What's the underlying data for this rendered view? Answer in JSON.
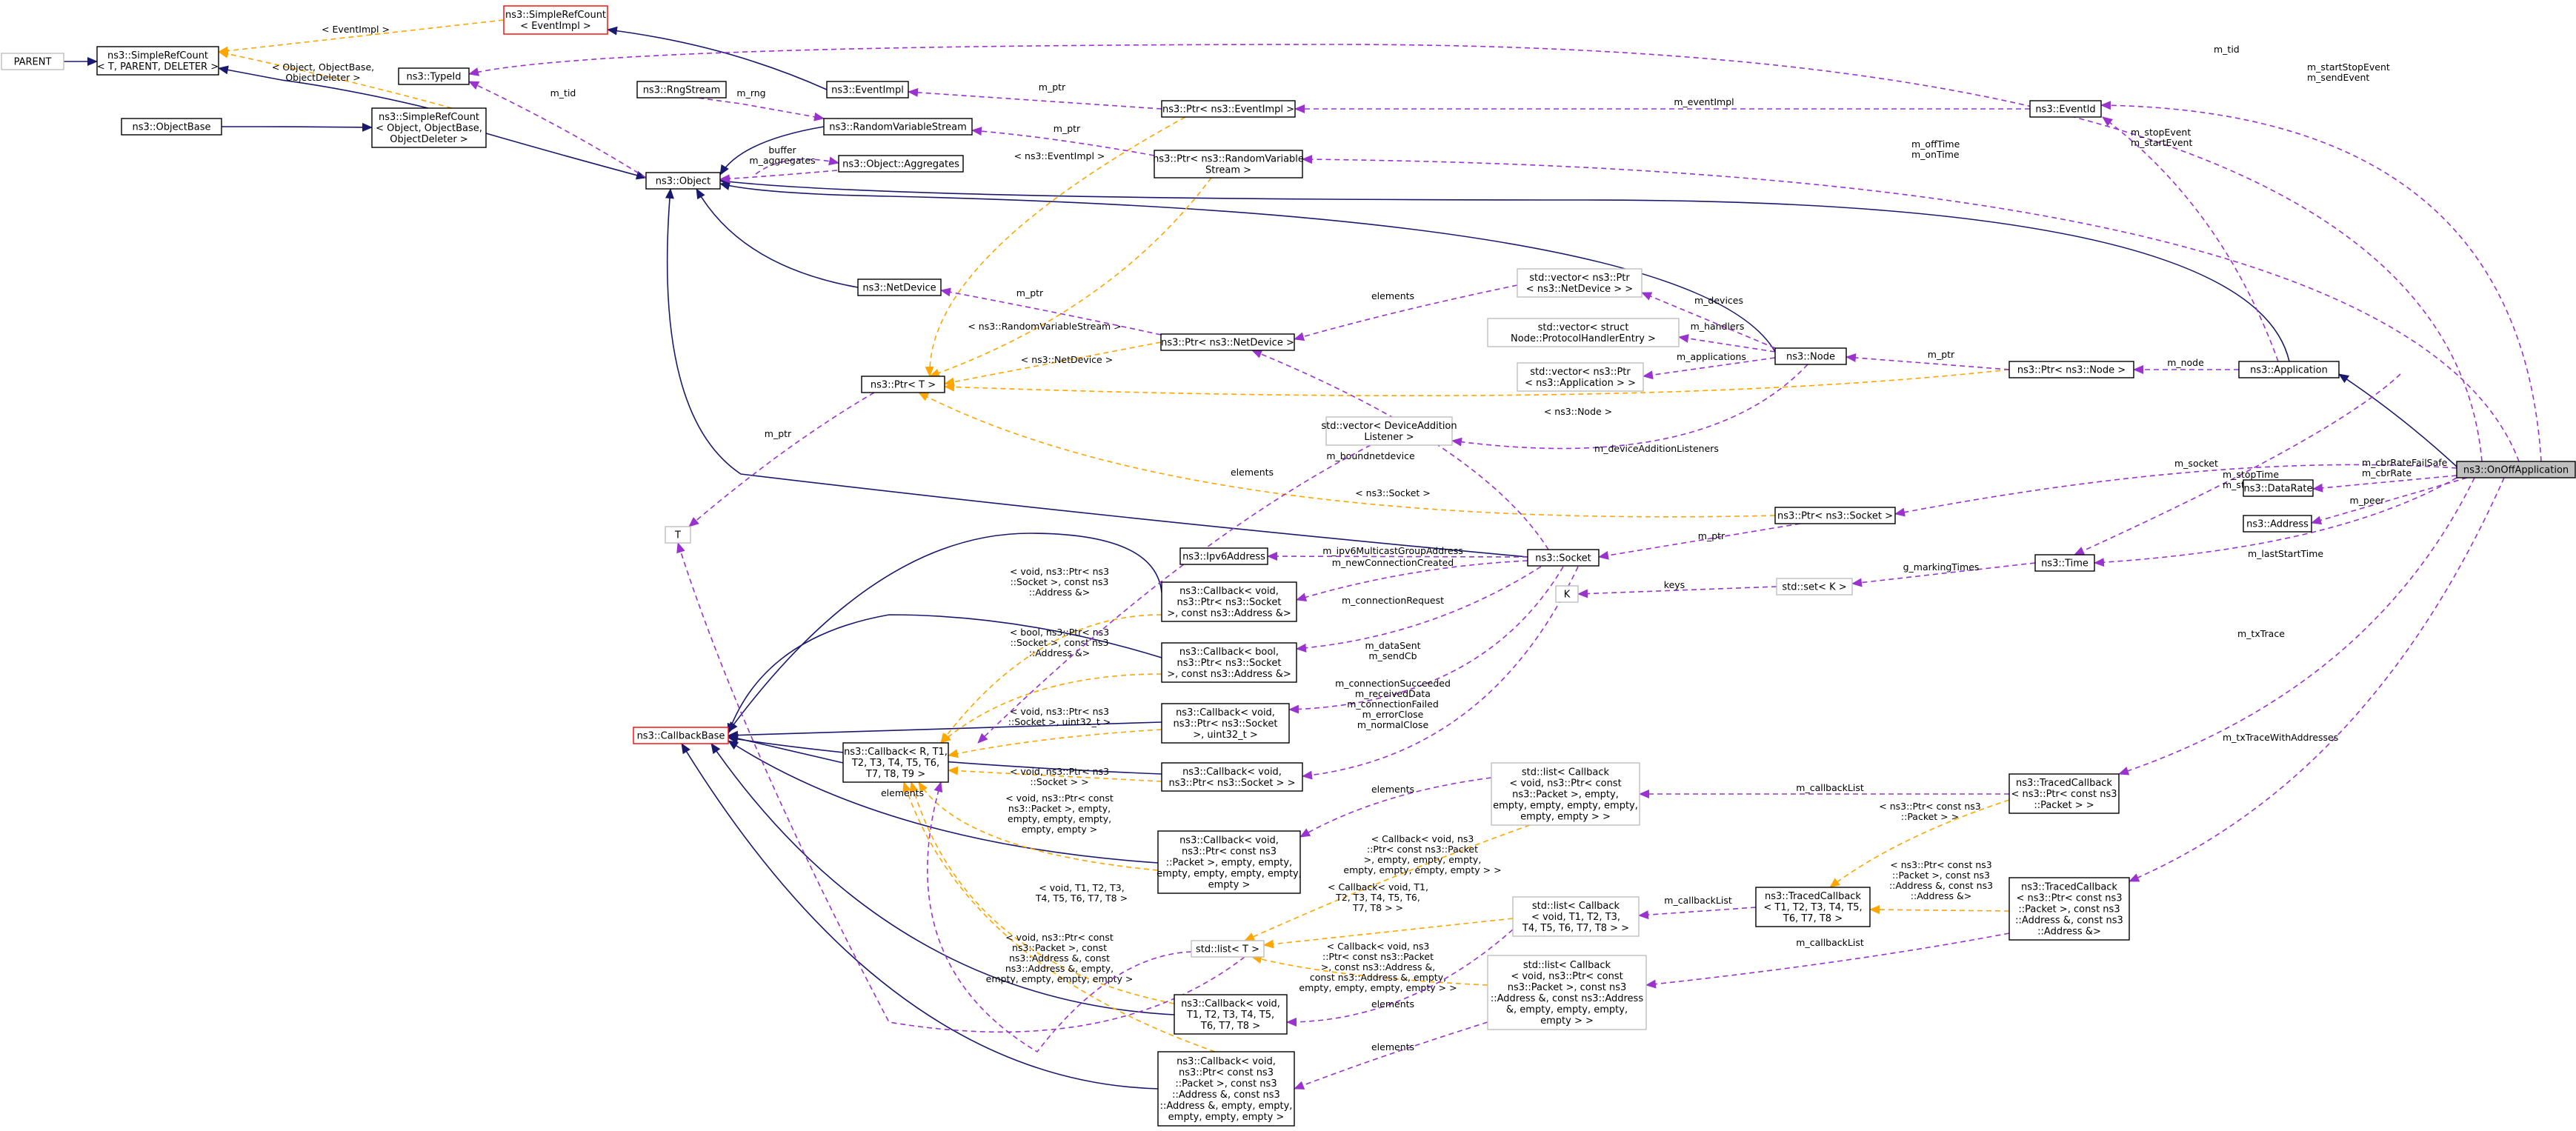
{
  "nodes": {
    "parent": "PARENT",
    "simplerefcount_tpl": [
      "ns3::SimpleRefCount",
      "< T, PARENT, DELETER >"
    ],
    "objectbase": "ns3::ObjectBase",
    "simplerefcount_eventimpl": [
      "ns3::SimpleRefCount",
      "< EventImpl >"
    ],
    "typeid": "ns3::TypeId",
    "simplerefcount_object": [
      "ns3::SimpleRefCount",
      "< Object, ObjectBase,",
      "ObjectDeleter >"
    ],
    "rngstream": "ns3::RngStream",
    "eventimpl": "ns3::EventImpl",
    "randomvariablestream": "ns3::RandomVariableStream",
    "object": "ns3::Object",
    "aggregates": "ns3::Object::Aggregates",
    "ptr_eventimpl": "ns3::Ptr< ns3::EventImpl >",
    "ptr_rvs": [
      "ns3::Ptr< ns3::RandomVariable",
      "Stream >"
    ],
    "eventid": "ns3::EventId",
    "netdevice": "ns3::NetDevice",
    "vector_ptr_netdevice": [
      "std::vector< ns3::Ptr",
      "< ns3::NetDevice > >"
    ],
    "vector_protocolhandler": [
      "std::vector< struct",
      "Node::ProtocolHandlerEntry >"
    ],
    "ptr_netdevice": "ns3::Ptr< ns3::NetDevice >",
    "node": "ns3::Node",
    "ptr_t": "ns3::Ptr< T >",
    "vector_ptr_application": [
      "std::vector< ns3::Ptr",
      "< ns3::Application > >"
    ],
    "ptr_node": "ns3::Ptr< ns3::Node >",
    "application": "ns3::Application",
    "vector_deviceaddition": [
      "std::vector< DeviceAddition",
      "Listener >"
    ],
    "onoffapplication": "ns3::OnOffApplication",
    "ptr_socket": "ns3::Ptr< ns3::Socket >",
    "datarate": "ns3::DataRate",
    "t": "T",
    "address": "ns3::Address",
    "ipv6address": "ns3::Ipv6Address",
    "socket": "ns3::Socket",
    "cb_void_socket_address": [
      "ns3::Callback< void,",
      "ns3::Ptr< ns3::Socket",
      ">, const ns3::Address &>"
    ],
    "k": "K",
    "set_k": "std::set< K >",
    "time": "ns3::Time",
    "cb_bool_socket_address": [
      "ns3::Callback< bool,",
      "ns3::Ptr< ns3::Socket",
      ">, const ns3::Address &>"
    ],
    "callbackbase": "ns3::CallbackBase",
    "cb_void_socket_uint": [
      "ns3::Callback< void,",
      "ns3::Ptr< ns3::Socket",
      ">, uint32_t >"
    ],
    "cb_tpl": [
      "ns3::Callback< R, T1,",
      "T2, T3, T4, T5, T6,",
      "T7, T8, T9 >"
    ],
    "cb_void_socket": [
      "ns3::Callback< void,",
      "ns3::Ptr< ns3::Socket > >"
    ],
    "list_cb_packet": [
      "std::list< Callback",
      "< void, ns3::Ptr< const",
      "ns3::Packet >, empty,",
      "empty, empty, empty, empty,",
      "empty, empty > >"
    ],
    "tracedcb_packet": [
      "ns3::TracedCallback",
      "< ns3::Ptr< const ns3",
      "::Packet > >"
    ],
    "cb_void_packet": [
      "ns3::Callback< void,",
      "ns3::Ptr< const ns3",
      "::Packet >, empty, empty,",
      "empty, empty, empty, empty,",
      "empty >"
    ],
    "list_t": "std::list< T >",
    "list_cb_tpl": [
      "std::list< Callback",
      "< void, T1, T2, T3,",
      "T4, T5, T6, T7, T8 > >"
    ],
    "tracedcb_tpl": [
      "ns3::TracedCallback",
      "< T1, T2, T3, T4, T5,",
      "T6, T7, T8 >"
    ],
    "tracedcb_packet_address": [
      "ns3::TracedCallback",
      "< ns3::Ptr< const ns3",
      "::Packet >, const ns3",
      "::Address &, const ns3",
      "::Address &>"
    ],
    "list_cb_packet_address": [
      "std::list< Callback",
      "< void, ns3::Ptr< const",
      "ns3::Packet >, const ns3",
      "::Address &, const ns3::Address",
      "&, empty, empty, empty,",
      "empty > >"
    ],
    "cb_void_tpl": [
      "ns3::Callback< void,",
      "T1, T2, T3, T4, T5,",
      "T6, T7, T8 >"
    ],
    "cb_void_packet_address": [
      "ns3::Callback< void,",
      "ns3::Ptr< const ns3",
      "::Packet >, const ns3",
      "::Address &, const ns3",
      "::Address &, empty, empty,",
      "empty, empty, empty >"
    ]
  },
  "edge_labels": {
    "tid": "m_tid",
    "eventimpl_tpl": "< EventImpl >",
    "object_tpl": [
      "< Object, ObjectBase,",
      "ObjectDeleter >"
    ],
    "rng": "m_rng",
    "buffer_aggregates": [
      "buffer",
      "m_aggregates"
    ],
    "ptr_eventimpl": "m_ptr",
    "ptr_rvs": "m_ptr",
    "tpl_eventimpl": "< ns3::EventImpl >",
    "eventimpl_member": "m_eventImpl",
    "startstop": [
      "m_startStopEvent",
      "m_sendEvent"
    ],
    "stopstart": [
      "m_stopEvent",
      "m_startEvent"
    ],
    "offon": [
      "m_offTime",
      "m_onTime"
    ],
    "ptr_netdevice": "m_ptr",
    "vector_elements": "elements",
    "devices": "m_devices",
    "handlers": "m_handlers",
    "applications": "m_applications",
    "tpl_rvs": "< ns3::RandomVariableStream >",
    "tpl_netdevice": "< ns3::NetDevice >",
    "tpl_node": "< ns3::Node >",
    "ptr_node": "m_ptr",
    "node": "m_node",
    "ptr_t": "m_ptr",
    "listeners": "m_deviceAdditionListeners",
    "boundnetdevice": "m_boundnetdevice",
    "elements_listener": "elements",
    "tpl_socket": "< ns3::Socket >",
    "socket": "m_socket",
    "cbrrate": [
      "m_cbrRateFailSafe",
      "m_cbrRate"
    ],
    "stoptime": [
      "m_stopTime",
      "m_startTime"
    ],
    "peer": "m_peer",
    "ptr_socket": "m_ptr",
    "ipv6": "m_ipv6MulticastGroupAddress",
    "newconn": "m_newConnectionCreated",
    "connreq": "m_connectionRequest",
    "keys": "keys",
    "marking": "g_markingTimes",
    "laststart": "m_lastStartTime",
    "tpl_void_socket_address": [
      "< void, ns3::Ptr< ns3",
      "::Socket >, const ns3",
      "::Address &>"
    ],
    "tpl_bool_socket_address": [
      "< bool, ns3::Ptr< ns3",
      "::Socket >, const ns3",
      "::Address &>"
    ],
    "datasent": [
      "m_dataSent",
      "m_sendCb"
    ],
    "txtrace": "m_txTrace",
    "tpl_void_socket_uint": [
      "< void, ns3::Ptr< ns3",
      "::Socket >, uint32_t >"
    ],
    "succeeded": [
      "m_connectionSucceeded",
      "m_receivedData",
      "m_connectionFailed",
      "m_errorClose",
      "m_normalClose"
    ],
    "tpl_void_socket": [
      "< void, ns3::Ptr< ns3",
      "::Socket > >"
    ],
    "elements_cbtpl": "elements",
    "elements_packet": "elements",
    "callbacklist_packet": "m_callbackList",
    "txtrace_addresses": "m_txTraceWithAddresses",
    "tpl_void_packet": [
      "< void, ns3::Ptr< const",
      "ns3::Packet >, empty,",
      "empty, empty, empty,",
      "empty, empty >"
    ],
    "tpl_packet_list": [
      "< Callback< void, ns3",
      "::Ptr< const ns3::Packet",
      ">, empty, empty, empty,",
      "empty, empty, empty, empty > >"
    ],
    "tpl_tracedcb_packet": [
      "< ns3::Ptr< const ns3",
      "::Packet > >"
    ],
    "tpl_void_tpl": [
      "< void, T1, T2, T3,",
      "T4, T5, T6, T7, T8 >"
    ],
    "tpl_list_tpl": [
      "< Callback< void, T1,",
      "T2, T3, T4, T5, T6,",
      "T7, T8 > >"
    ],
    "callbacklist_tpl": "m_callbackList",
    "tpl_tracedcb_address": [
      "< ns3::Ptr< const ns3",
      "::Packet >, const ns3",
      "::Address &, const ns3",
      "::Address &>"
    ],
    "tpl_list_address": [
      "< Callback< void, ns3",
      "::Ptr< const ns3::Packet",
      ">, const ns3::Address &,",
      "const ns3::Address &, empty,",
      "empty, empty, empty, empty > >"
    ],
    "callbacklist_address": "m_callbackList",
    "tpl_void_packet_address": [
      "< void, ns3::Ptr< const",
      "ns3::Packet >, const",
      "ns3::Address &, const",
      "ns3::Address &, empty,",
      "empty, empty, empty, empty >"
    ],
    "elements_tpl": "elements",
    "elements_address": "elements",
    "elements_t": "elements"
  },
  "colors": {
    "inheritance": "#191970",
    "usage": "#9a32cd",
    "template": "#ffa500",
    "undocumented_border": "#ff0000",
    "external_border": "#bfbfbf",
    "focus_fill": "#bfbfbf"
  }
}
